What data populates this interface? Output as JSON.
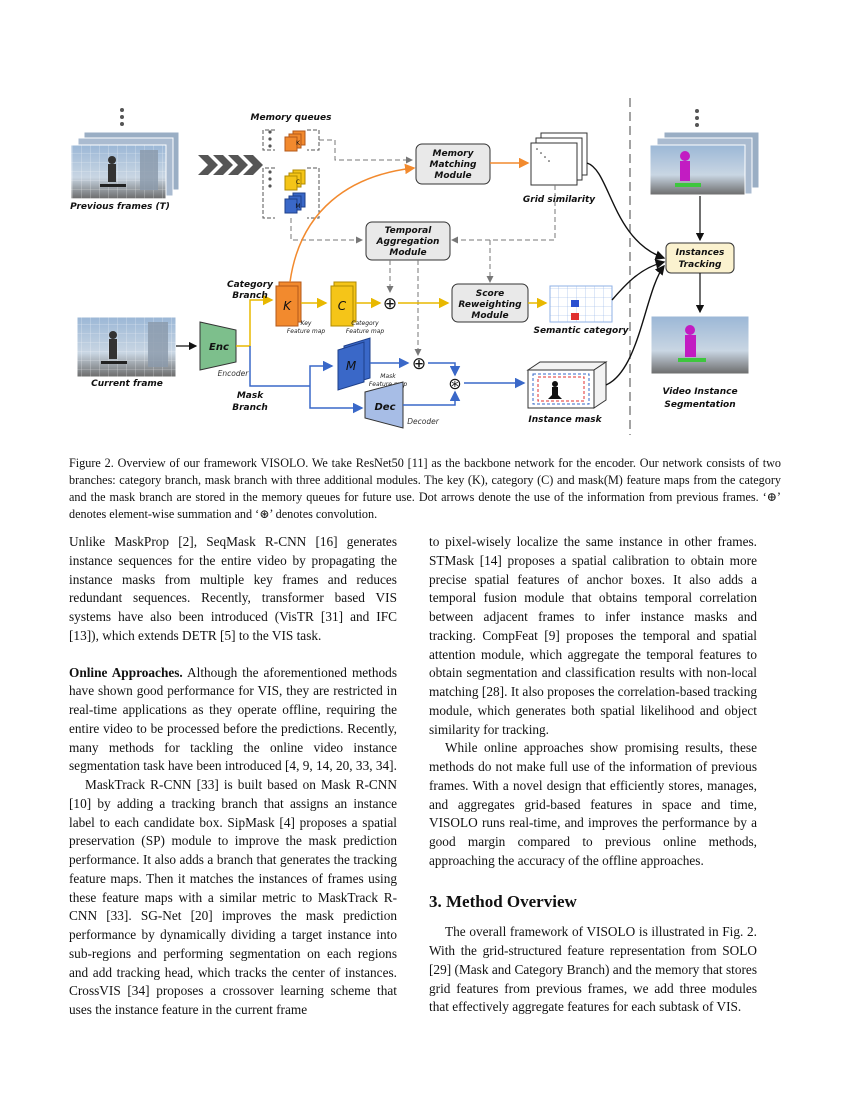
{
  "figure": {
    "memory_queues_label": "Memory queues",
    "previous_frames_label": "Previous frames (T)",
    "current_frame_label": "Current frame",
    "memory_matching_lines": [
      "Memory",
      "Matching",
      "Module"
    ],
    "temporal_aggregation_lines": [
      "Temporal",
      "Aggregation",
      "Module"
    ],
    "score_reweighting_lines": [
      "Score",
      "Reweighting",
      "Module"
    ],
    "instances_tracking_lines": [
      "Instances",
      "Tracking"
    ],
    "grid_similarity_label": "Grid similarity",
    "semantic_category_label": "Semantic category",
    "instance_mask_label": "Instance mask",
    "video_instance_seg_lines": [
      "Video Instance",
      "Segmentation"
    ],
    "category_branch_lines": [
      "Category",
      "Branch"
    ],
    "mask_branch_lines": [
      "Mask",
      "Branch"
    ],
    "enc_label": "Enc",
    "encoder_label": "Encoder",
    "dec_label": "Dec",
    "decoder_label": "Decoder",
    "k_label": "K",
    "c_label": "C",
    "m_label": "M",
    "key_fm_lines": [
      "Key",
      "Feature map"
    ],
    "category_fm_lines": [
      "Category",
      "Feature map"
    ],
    "mask_fm_lines": [
      "Mask",
      "Feature map"
    ],
    "queue_k": "K",
    "queue_c": "C",
    "queue_m": "M",
    "oplus": "⊕",
    "conv": "⊛"
  },
  "caption": "Figure 2. Overview of our framework VISOLO. We take ResNet50 [11] as the backbone network for the encoder. Our network consists of two branches: category branch, mask branch with three additional modules. The key (K), category (C) and mask(M) feature maps from the category and the mask branch are stored in the memory queues for future use. Dot arrows denote the use of the information from previous frames. ‘⊕’ denotes element-wise summation and ‘⊛’ denotes convolution.",
  "left_column": {
    "p1": "Unlike MaskProp [2], SeqMask R-CNN [16] generates instance sequences for the entire video by propagating the instance masks from multiple key frames and reduces redundant sequences. Recently, transformer based VIS systems have also been introduced (VisTR [31] and IFC [13]), which extends DETR [5] to the VIS task.",
    "p2_head": "Online Approaches.",
    "p2_body": " Although the aforementioned methods have shown good performance for VIS, they are restricted in real-time applications as they operate offline, requiring the entire video to be processed before the predictions. Recently, many methods for tackling the online video instance segmentation task have been introduced [4, 9, 14, 20, 33, 34].",
    "p3": "MaskTrack R-CNN [33] is built based on Mask R-CNN [10] by adding a tracking branch that assigns an instance label to each candidate box. SipMask [4] proposes a spatial preservation (SP) module to improve the mask prediction performance. It also adds a branch that generates the tracking feature maps. Then it matches the instances of frames using these feature maps with a similar metric to MaskTrack R-CNN [33]. SG-Net [20] improves the mask prediction performance by dynamically dividing a target instance into sub-regions and performing segmentation on each regions and add tracking head, which tracks the center of instances. CrossVIS [34] proposes a crossover learning scheme that uses the instance feature in the current frame"
  },
  "right_column": {
    "p1": "to pixel-wisely localize the same instance in other frames. STMask [14] proposes a spatial calibration to obtain more precise spatial features of anchor boxes. It also adds a temporal fusion module that obtains temporal correlation between adjacent frames to infer instance masks and tracking. CompFeat [9] proposes the temporal and spatial attention module, which aggregate the temporal features to obtain segmentation and classification results with non-local matching [28]. It also proposes the correlation-based tracking module, which generates both spatial likelihood and object similarity for tracking.",
    "p2": "While online approaches show promising results, these methods do not make full use of the information of previous frames. With a novel design that efficiently stores, manages, and aggregates grid-based features in space and time, VISOLO runs real-time, and improves the performance by a good margin compared to previous online methods, approaching the accuracy of the offline approaches.",
    "heading": "3. Method Overview",
    "p3": "The overall framework of VISOLO is illustrated in Fig. 2. With the grid-structured feature representation from SOLO [29] (Mask and Category Branch) and the memory that stores grid features from previous frames, we add three modules that effectively aggregate features for each subtask of VIS."
  },
  "colors": {
    "orange": "#f28a2e",
    "yellow": "#f5c518",
    "blue": "#3a68c8",
    "green": "#7dbf8c",
    "citation": "#2a9d3a"
  }
}
